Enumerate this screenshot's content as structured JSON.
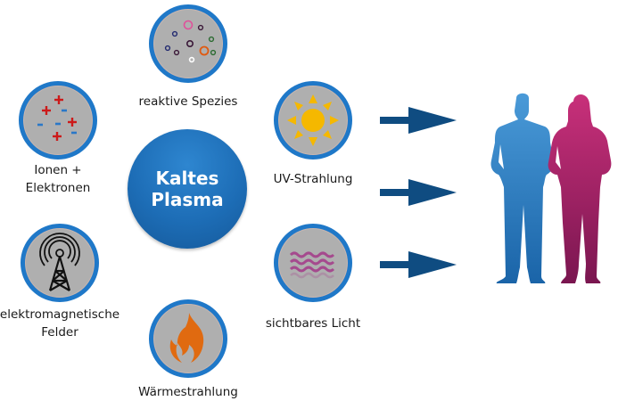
{
  "center": {
    "line1": "Kaltes",
    "line2": "Plasma"
  },
  "nodes": [
    {
      "id": "reaktive-spezies",
      "label": "reaktive Spezies",
      "icon": "particles-icon"
    },
    {
      "id": "ionen-elektronen",
      "line1": "Ionen +",
      "line2": "Elektronen",
      "icon": "charges-icon"
    },
    {
      "id": "elektromagnetische-felder",
      "line1": "elektromagnetische",
      "line2": "Felder",
      "icon": "radio-tower-icon"
    },
    {
      "id": "waermestrahlung",
      "label": "Wärmestrahlung",
      "icon": "flame-icon"
    },
    {
      "id": "uv-strahlung",
      "label": "UV-Strahlung",
      "icon": "sun-icon"
    },
    {
      "id": "sichtbares-licht",
      "label": "sichtbares Licht",
      "icon": "waves-icon"
    }
  ],
  "arrows_count": 3,
  "target": {
    "icon": "people-silhouettes-icon",
    "figures": [
      "man",
      "woman"
    ]
  },
  "colors": {
    "ring": "#1f78c8",
    "node_fill": "#afafaf",
    "center": "#1d6db6",
    "arrow": "#0f4c81",
    "man": "#2a7fc8",
    "woman": "#b5216f",
    "sun": "#f5b800",
    "flame": "#e06a10",
    "waves": "#a54a8e",
    "plus": "#cc1a1a",
    "minus": "#2a78c8"
  }
}
